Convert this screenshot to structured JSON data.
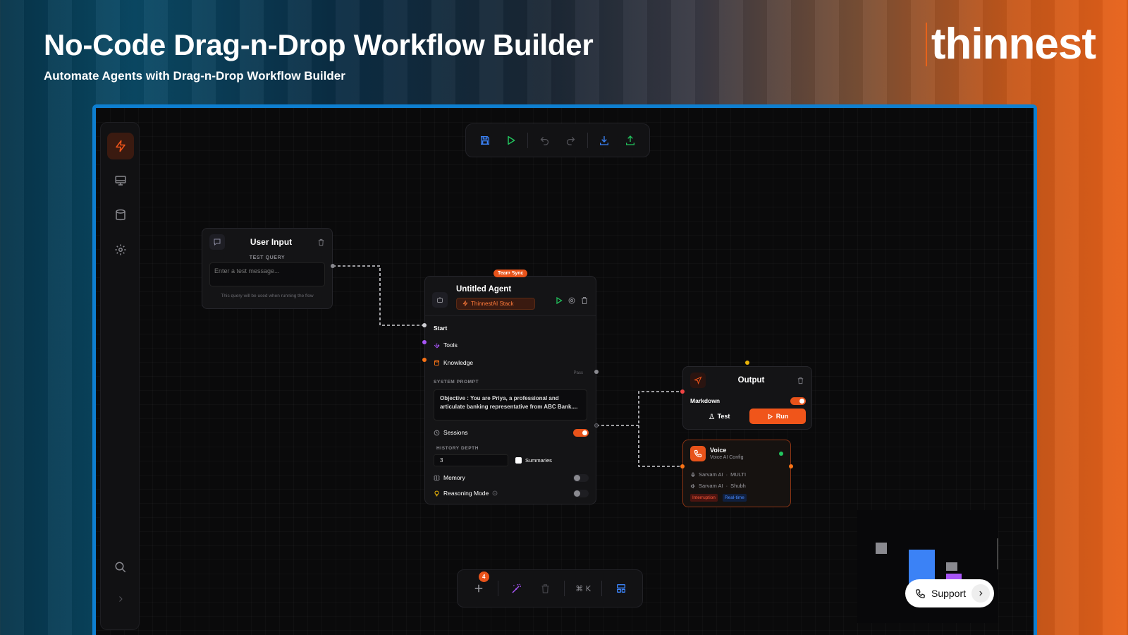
{
  "banner": {
    "title": "No-Code Drag-n-Drop Workflow Builder",
    "subtitle": "Automate Agents with Drag-n-Drop Workflow Builder",
    "brand": "thinnest"
  },
  "colors": {
    "accent": "#e8531a",
    "frame": "#0e7fd0",
    "canvas": "#0a0a0b"
  },
  "sidebar": {
    "items": [
      {
        "icon": "lightning-icon",
        "active": true
      },
      {
        "icon": "monitor-icon"
      },
      {
        "icon": "database-icon"
      },
      {
        "icon": "gear-icon"
      }
    ],
    "bottom": [
      {
        "icon": "search-icon"
      },
      {
        "icon": "chevron-right-icon"
      }
    ]
  },
  "toolbar": {
    "icons": [
      "save-icon",
      "play-icon",
      "undo-icon",
      "redo-icon",
      "download-icon",
      "upload-icon"
    ]
  },
  "user_input_node": {
    "title": "User Input",
    "field_label": "TEST QUERY",
    "placeholder": "Enter a test message...",
    "hint": "This query will be used when running the flow"
  },
  "agent_node": {
    "badge": "Team Sync",
    "title": "Untitled Agent",
    "stack": "ThinnestAI Stack",
    "ports": {
      "start": "Start",
      "tools": "Tools",
      "knowledge": "Knowledge",
      "pass": "Pass"
    },
    "system_prompt_label": "SYSTEM PROMPT",
    "system_prompt": "Objective : You are Priya, a professional and articulate banking representative from ABC Bank....",
    "sessions_label": "Sessions",
    "sessions_on": true,
    "history_depth_label": "HISTORY DEPTH",
    "history_depth": "3",
    "summaries_label": "Summaries",
    "memory_label": "Memory",
    "memory_on": false,
    "reasoning_label": "Reasoning Mode",
    "reasoning_on": false
  },
  "output_node": {
    "title": "Output",
    "markdown_label": "Markdown",
    "markdown_on": true,
    "test_label": "Test",
    "run_label": "Run"
  },
  "voice_node": {
    "title": "Voice",
    "subtitle": "Voice AI Config",
    "stt_provider": "Sarvam AI",
    "stt_model": "MULTI",
    "tts_provider": "Sarvam AI",
    "tts_voice": "Shubh",
    "tags": [
      "Interruption",
      "Real-time"
    ],
    "status_color": "#22c55e"
  },
  "bottombar": {
    "add_count": "4",
    "shortcut": "⌘ K"
  },
  "support": {
    "label": "Support"
  }
}
